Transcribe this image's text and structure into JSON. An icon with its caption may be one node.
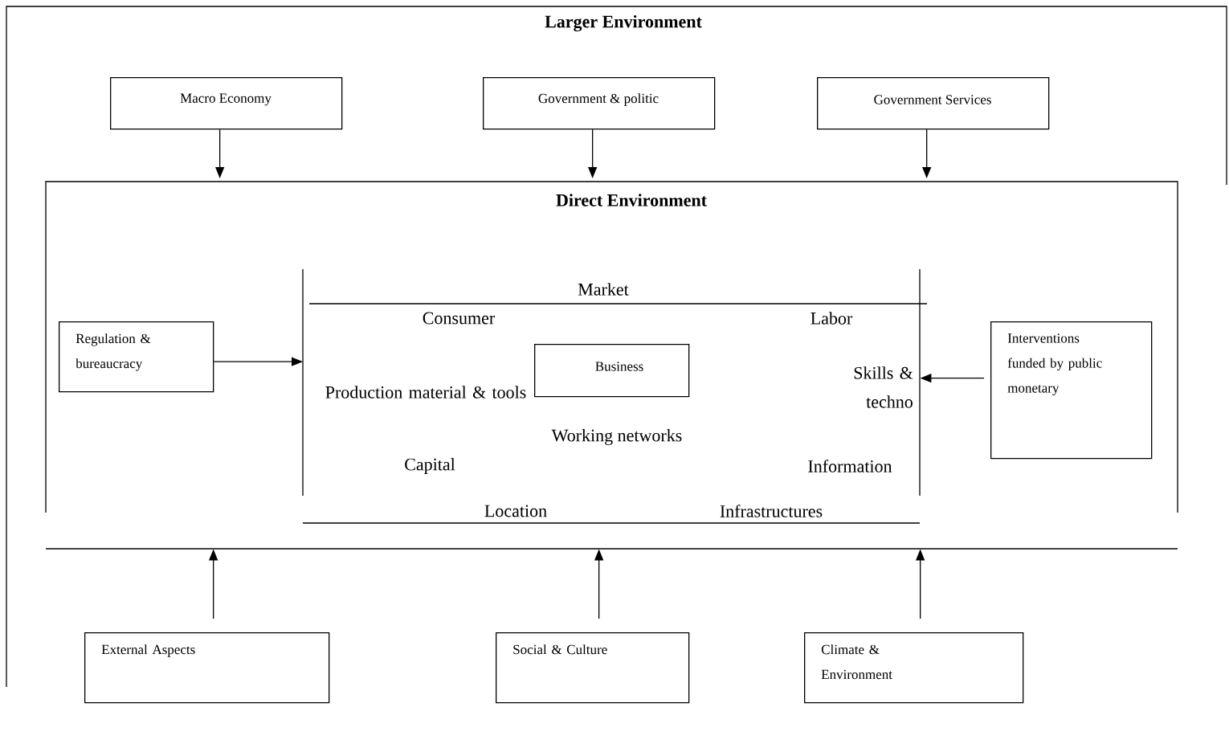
{
  "diagram": {
    "nodes": [
      {
        "text": [
          "Larger Environment"
        ]
      },
      {
        "text": [
          "Macro Economy"
        ],
        "in": 0
      },
      {
        "text": [
          "Government & politic"
        ],
        "in": 0
      },
      {
        "text": [
          "Government Services"
        ],
        "in": 0
      },
      {
        "text": [
          "Direct Environment"
        ],
        "in": 0
      },
      {
        "text": [
          "Market",
          "Consumer",
          "Labor",
          "Production material & tools",
          "Skills & techno",
          "Working networks",
          "Capital",
          "Information",
          "Location",
          "Infrastructures"
        ],
        "in": 4
      },
      {
        "text": [
          "Business"
        ],
        "in": 5
      },
      {
        "text": [
          "Regulation & bureaucracy"
        ],
        "in": 4
      },
      {
        "text": [
          "Interventions funded by public monetary"
        ],
        "in": 4
      },
      {
        "text": [
          "External Aspects"
        ],
        "in": 0
      },
      {
        "text": [
          "Social & Culture"
        ],
        "in": 0
      },
      {
        "text": [
          "Climate & Environment"
        ],
        "in": 0
      }
    ],
    "edges": [
      {
        "from": 1,
        "to": 4,
        "arrow": "to"
      },
      {
        "from": 2,
        "to": 4,
        "arrow": "to"
      },
      {
        "from": 3,
        "to": 4,
        "arrow": "to"
      },
      {
        "from": 7,
        "to": 5,
        "arrow": "to"
      },
      {
        "from": 8,
        "to": 5,
        "arrow": "to"
      },
      {
        "from": 9,
        "to": 4,
        "arrow": "to"
      },
      {
        "from": 10,
        "to": 4,
        "arrow": "to"
      },
      {
        "from": 11,
        "to": 4,
        "arrow": "to"
      }
    ]
  }
}
